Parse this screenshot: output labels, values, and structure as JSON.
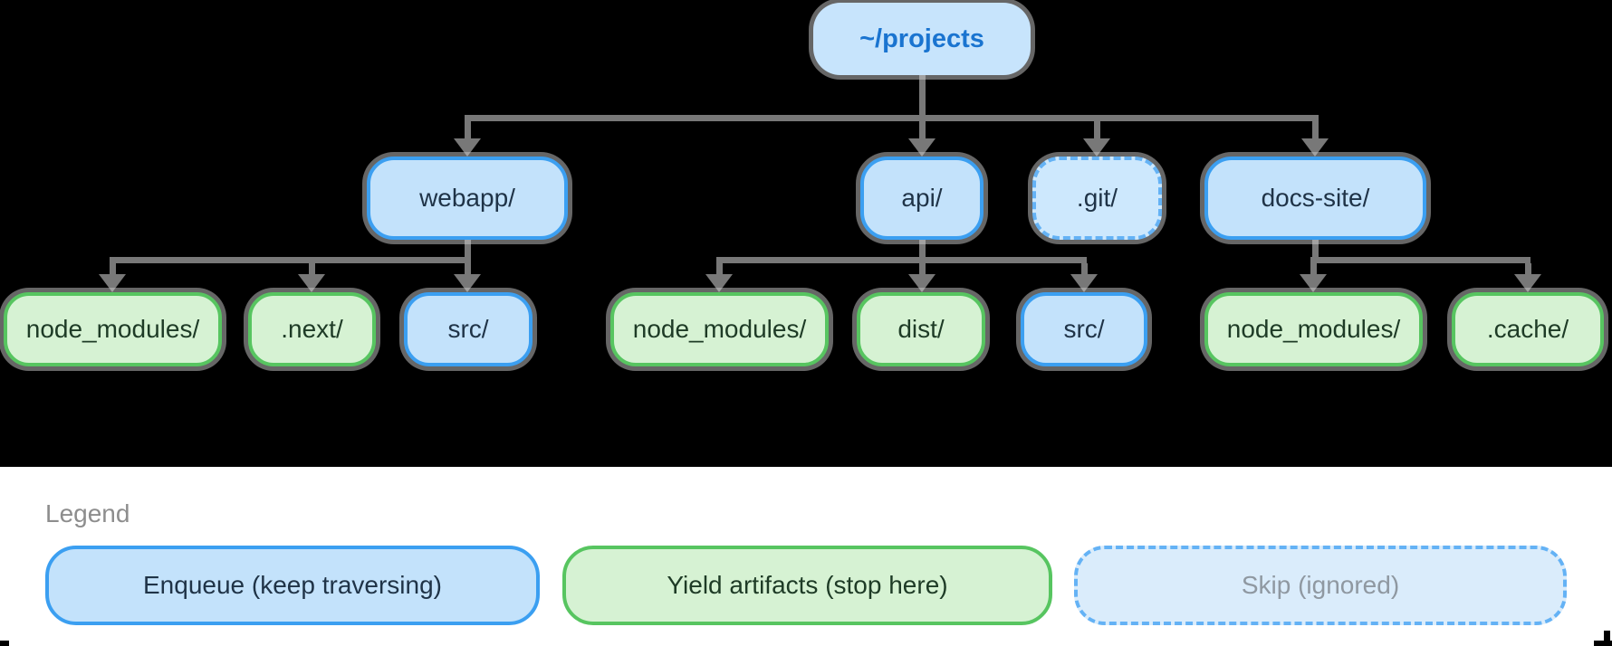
{
  "tree": {
    "nodes": [
      {
        "id": "root",
        "label": "~/projects",
        "type": "root"
      },
      {
        "id": "webapp",
        "label": "webapp/",
        "type": "enqueue"
      },
      {
        "id": "api",
        "label": "api/",
        "type": "enqueue"
      },
      {
        "id": "git",
        "label": ".git/",
        "type": "skip"
      },
      {
        "id": "docs-site",
        "label": "docs-site/",
        "type": "enqueue"
      },
      {
        "id": "webapp-node_modules",
        "label": "node_modules/",
        "type": "yield",
        "parent": "webapp/"
      },
      {
        "id": "webapp-next",
        "label": ".next/",
        "type": "yield",
        "parent": "webapp/"
      },
      {
        "id": "webapp-src",
        "label": "src/",
        "type": "enqueue",
        "parent": "webapp/"
      },
      {
        "id": "api-node_modules",
        "label": "node_modules/",
        "type": "yield",
        "parent": "api/"
      },
      {
        "id": "api-dist",
        "label": "dist/",
        "type": "yield",
        "parent": "api/"
      },
      {
        "id": "api-src",
        "label": "src/",
        "type": "enqueue",
        "parent": "api/"
      },
      {
        "id": "docs-node_modules",
        "label": "node_modules/",
        "type": "yield",
        "parent": "docs-site/"
      },
      {
        "id": "docs-cache",
        "label": ".cache/",
        "type": "yield",
        "parent": "docs-site/"
      }
    ]
  },
  "legend": {
    "title": "Legend",
    "items": [
      {
        "label": "Enqueue (keep traversing)",
        "type": "enqueue"
      },
      {
        "label": "Yield artifacts (stop here)",
        "type": "yield"
      },
      {
        "label": "Skip (ignored)",
        "type": "skip"
      }
    ]
  },
  "colors": {
    "background_dark": "#000000",
    "background_light": "#ffffff",
    "arrow": "#787878",
    "root_fill": "#c7e4fc",
    "root_text": "#1a74d0",
    "enqueue_fill": "#c3e2fb",
    "enqueue_border": "#3b9ff1",
    "enqueue_text": "#1f3347",
    "yield_fill": "#d6f2d3",
    "yield_border": "#57c560",
    "yield_text": "#1e3b26",
    "skip_fill": "#cde8fd",
    "skip_border": "#64b2f5",
    "skip_text": "#1f3347",
    "legend_skip_fill": "#daecfb",
    "legend_skip_text": "#8f98a1",
    "legend_title_text": "#8d8d8d"
  }
}
